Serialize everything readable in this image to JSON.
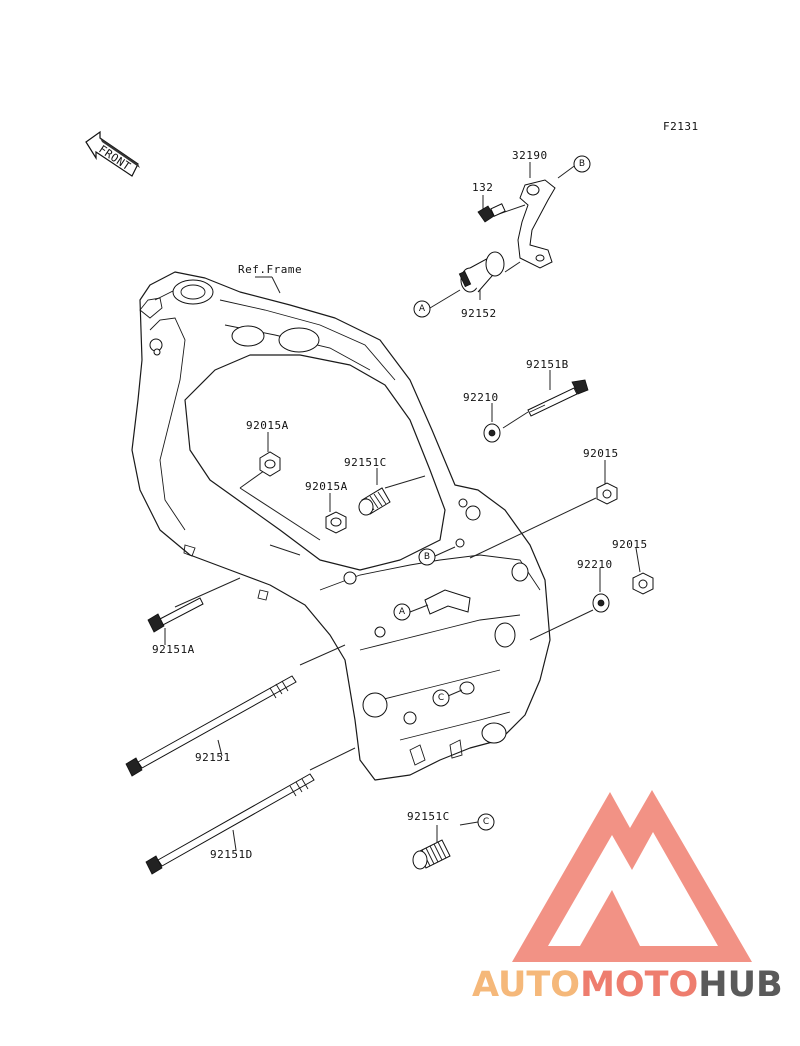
{
  "diagram_code": "F2131",
  "front_label": "FRONT",
  "frame_ref": "Ref.Frame",
  "parts": {
    "p32190": "32190",
    "p132": "132",
    "p92152": "92152",
    "p92151B": "92151B",
    "p92210_upper": "92210",
    "p92015A_upper": "92015A",
    "p92151C_upper": "92151C",
    "p92015A_lower": "92015A",
    "p92015_upper": "92015",
    "p92015_lower": "92015",
    "p92210_lower": "92210",
    "p92151A": "92151A",
    "p92151": "92151",
    "p92151C_lower": "92151C",
    "p92151D": "92151D"
  },
  "ref_letters": {
    "b_top": "B",
    "a_top": "A",
    "b_frame": "B",
    "a_frame": "A",
    "c_frame": "C",
    "c_bottom": "C"
  },
  "watermark": {
    "part1": "AUTO",
    "part2": "MOTO",
    "part3": "HUB",
    "colors": {
      "triangle": "#f08070",
      "auto": "#f5b87a",
      "moto": "#ee7d6e",
      "hub": "#5a5a5a"
    }
  }
}
